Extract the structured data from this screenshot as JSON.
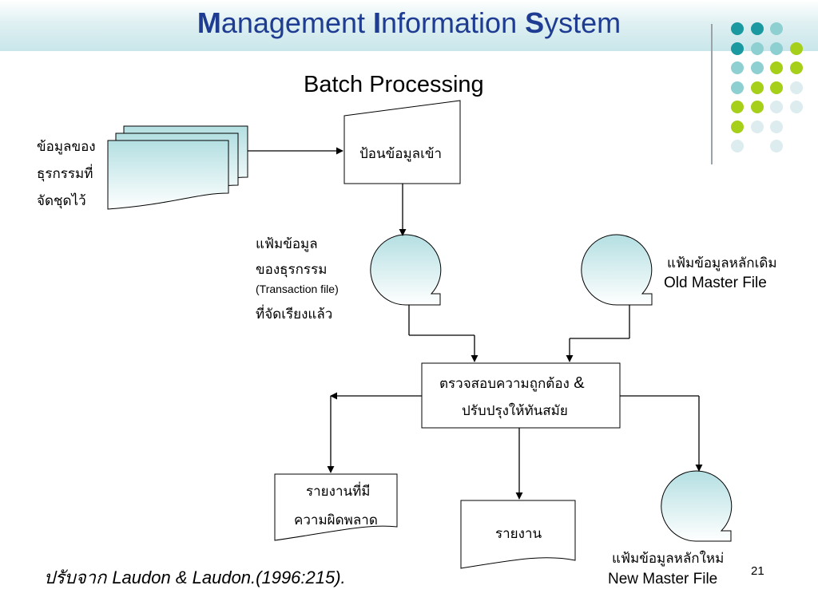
{
  "slide": {
    "title_parts": [
      "M",
      "anagement ",
      "I",
      "nformation ",
      "S",
      "ystem"
    ],
    "subtitle": "Batch Processing",
    "page_number": "21",
    "citation": {
      "thai": "ปรับจาก",
      "text": "Laudon & Laudon.(1996:215)."
    }
  },
  "diagram": {
    "batched_transactions": [
      "ข้อมูลของ",
      "ธุรกรรมที่",
      "จัดชุดไว้"
    ],
    "input": "ป้อนข้อมูลเข้า",
    "transaction_file": {
      "line1": "แฟ้มข้อมูล",
      "line2": "ของธุรกรรม",
      "line3": "(Transaction file)",
      "line4": "ที่จัดเรียงแล้ว"
    },
    "old_master": {
      "thai": "แฟ้มข้อมูลหลักเดิม",
      "eng": "Old Master File"
    },
    "process": {
      "line1": "ตรวจสอบความถูกต้อง",
      "amp": "&",
      "line2": "ปรับปรุงให้ทันสมัย"
    },
    "error_report": [
      "รายงานที่มี",
      "ความผิดพลาด"
    ],
    "report": "รายงาน",
    "new_master": {
      "thai": "แฟ้มข้อมูลหลักใหม่",
      "eng": "New Master File"
    }
  },
  "decor": {
    "dot_colors": {
      "teal": "#1a9aa0",
      "light_teal": "#8ecfd2",
      "lime": "#a6cf1a",
      "pale": "#dcecef"
    }
  }
}
